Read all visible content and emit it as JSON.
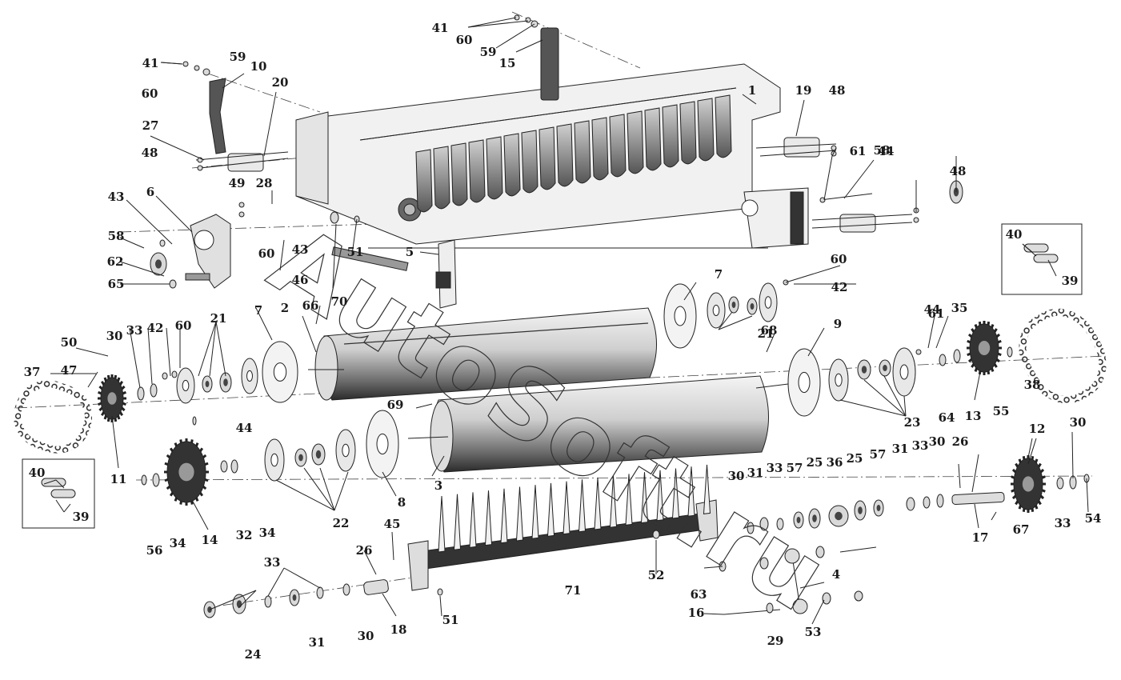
{
  "callouts": [
    "1",
    "2",
    "3",
    "4",
    "5",
    "6",
    "7",
    "8",
    "9",
    "10",
    "11",
    "12",
    "13",
    "14",
    "15",
    "16",
    "17",
    "18",
    "19",
    "20",
    "21",
    "22",
    "23",
    "24",
    "25",
    "26",
    "27",
    "28",
    "29",
    "30",
    "31",
    "32",
    "33",
    "34",
    "35",
    "36",
    "37",
    "38",
    "39",
    "40",
    "41",
    "42",
    "43",
    "44",
    "45",
    "46",
    "47",
    "48",
    "49",
    "50",
    "51",
    "52",
    "53",
    "54",
    "55",
    "56",
    "57",
    "58",
    "59",
    "60",
    "61",
    "62",
    "63",
    "64",
    "65",
    "66",
    "67",
    "68",
    "69",
    "70",
    "71"
  ],
  "watermark": "AutoSoft.ru",
  "colors": {
    "ink": "#1a1a1a",
    "steel_dark": "#3a3a3a",
    "steel_mid": "#8c8c8c",
    "steel_light": "#e6e6e6"
  }
}
